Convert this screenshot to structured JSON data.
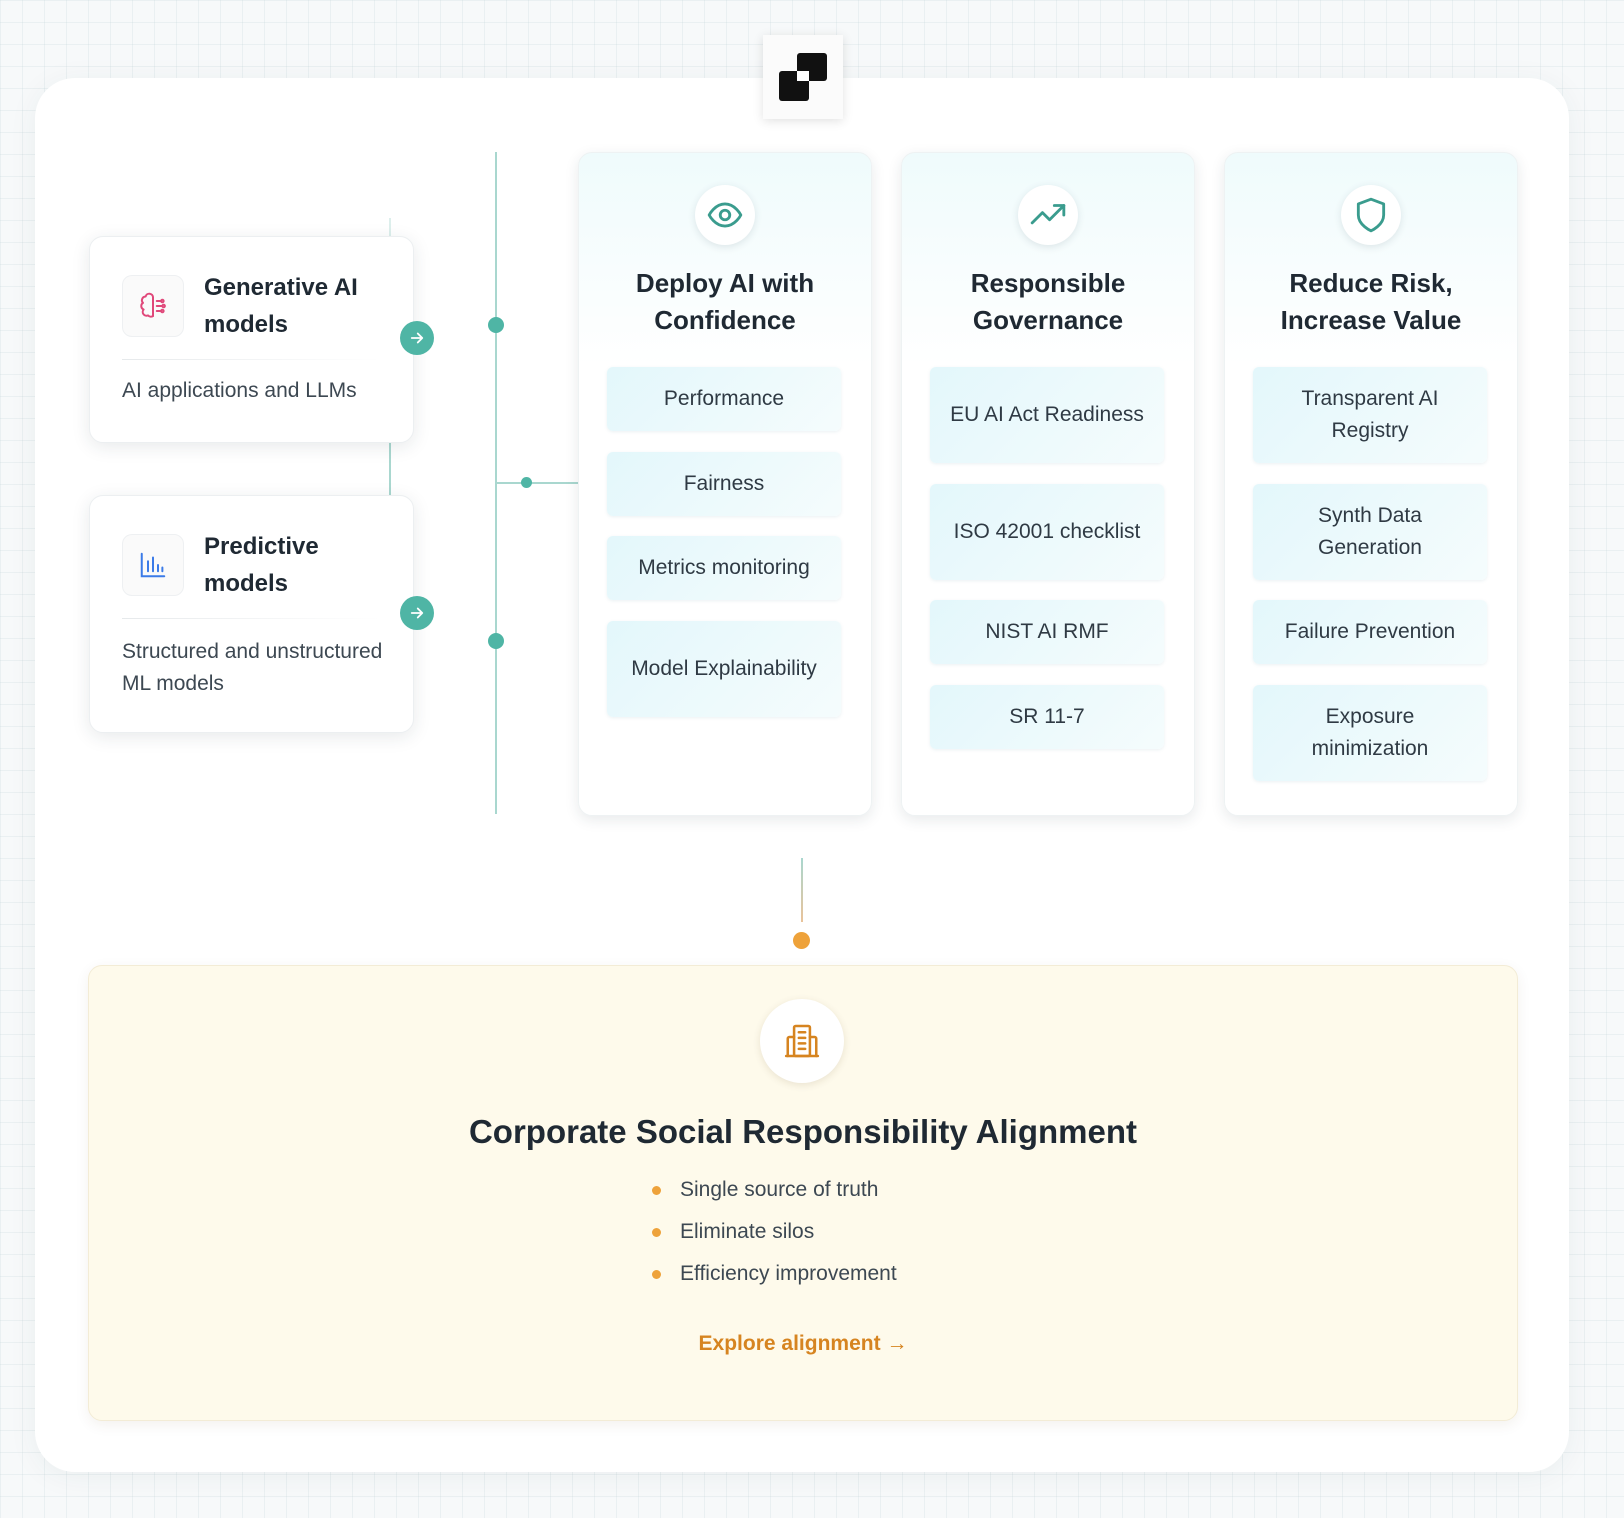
{
  "models": [
    {
      "title": "Generative AI models",
      "description": "AI applications and LLMs",
      "icon": "brain-icon"
    },
    {
      "title": "Predictive models",
      "description": "Structured and unstructured ML models",
      "icon": "bar-chart-icon"
    }
  ],
  "pillars": [
    {
      "title": "Deploy AI with Confidence",
      "icon": "eye-icon",
      "items": [
        "Performance",
        "Fairness",
        "Metrics monitoring",
        "Model Explainability"
      ]
    },
    {
      "title": "Responsible Governance",
      "icon": "trending-up-icon",
      "items": [
        "EU AI Act Readiness",
        "ISO 42001 checklist",
        "NIST AI RMF",
        "SR 11-7"
      ]
    },
    {
      "title": "Reduce Risk, Increase Value",
      "icon": "shield-icon",
      "items": [
        "Transparent AI Registry",
        "Synth Data Generation",
        "Failure Prevention",
        "Exposure minimization"
      ]
    }
  ],
  "csr": {
    "title": "Corporate Social Responsibility Alignment",
    "icon": "building-icon",
    "bullets": [
      "Single source of truth",
      "Eliminate silos",
      "Efficiency improvement"
    ],
    "link_label": "Explore alignment",
    "link_arrow": "→"
  },
  "colors": {
    "teal": "#4fb5a5",
    "orange": "#eea23a",
    "link": "#d68420",
    "brain_pink": "#e0487a",
    "chart_blue": "#3b7be8"
  }
}
